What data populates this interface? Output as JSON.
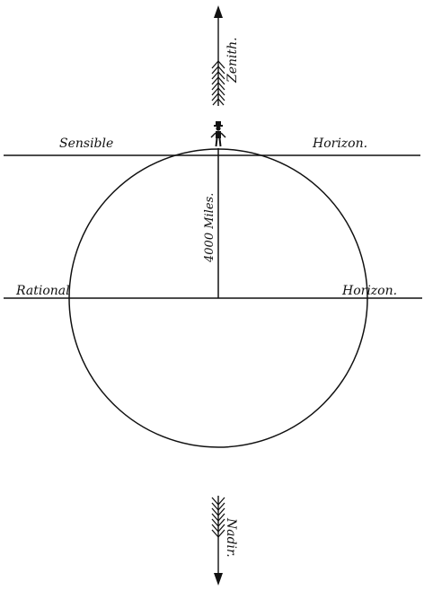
{
  "labels": {
    "zenith": "Zenith.",
    "nadir": "Nadir.",
    "sensible_left": "Sensible",
    "sensible_right": "Horizon.",
    "rational_left": "Rational",
    "rational_right": "Horizon.",
    "radius": "4000 Miles."
  },
  "colors": {
    "ink": "#111111",
    "paper": "#ffffff"
  }
}
